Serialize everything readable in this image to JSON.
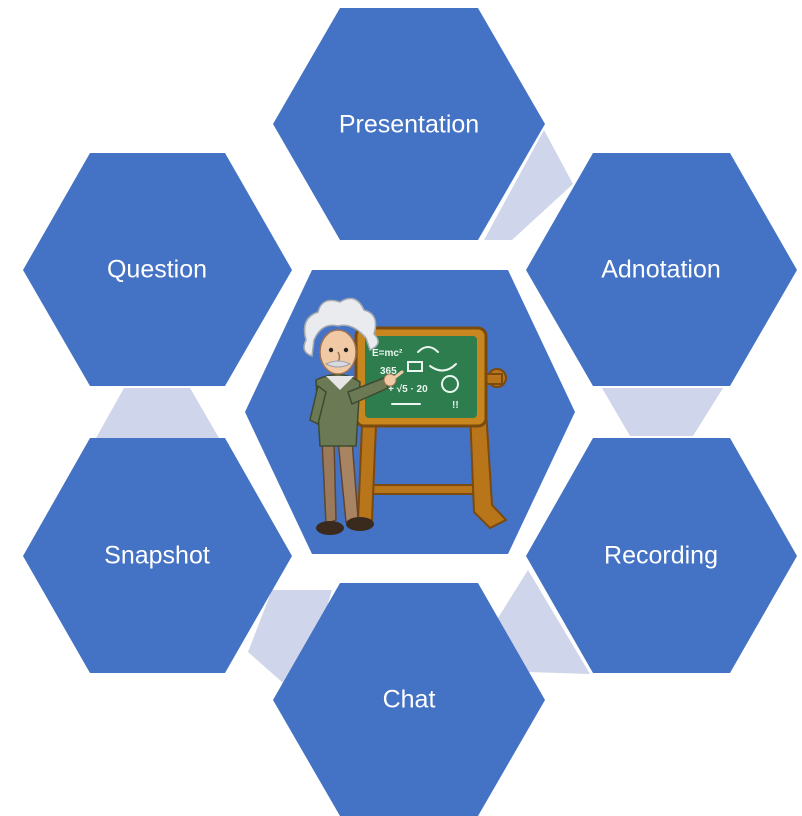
{
  "colors": {
    "hexagon_fill": "#4472C4",
    "connector_fill": "#CFD5EA",
    "label_text": "#FFFFFF",
    "background": "#FFFFFF"
  },
  "diagram": {
    "center": {
      "label": "",
      "illustration": "teacher-at-chalkboard-icon",
      "chalkboard_text": [
        "E=mc²",
        "365",
        "+ √5 · 20",
        "!!"
      ]
    },
    "nodes": [
      {
        "id": "presentation",
        "label": "Presentation"
      },
      {
        "id": "adnotation",
        "label": "Adnotation"
      },
      {
        "id": "recording",
        "label": "Recording"
      },
      {
        "id": "chat",
        "label": "Chat"
      },
      {
        "id": "snapshot",
        "label": "Snapshot"
      },
      {
        "id": "question",
        "label": "Question"
      }
    ]
  }
}
